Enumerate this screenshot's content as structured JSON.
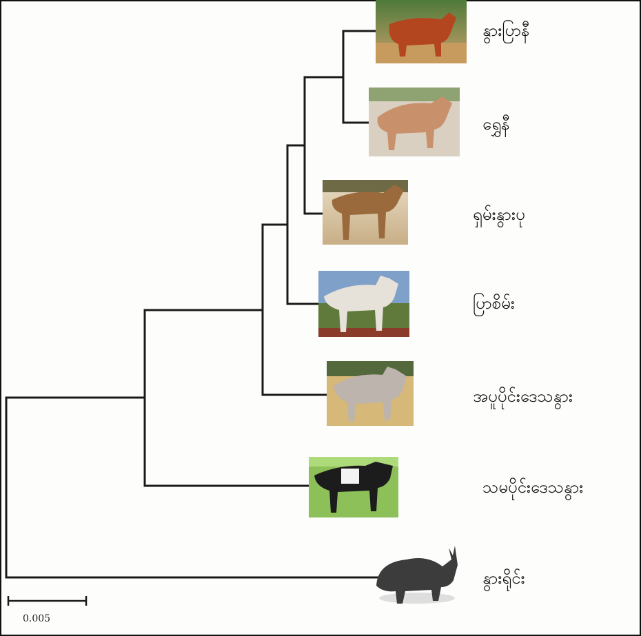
{
  "tree": {
    "taxa": [
      {
        "id": "t1",
        "label": "နွားပြာနီ",
        "image_icon": "red-cattle-photo",
        "coat_color": "#b4461f"
      },
      {
        "id": "t2",
        "label": "ရွှေနီ",
        "image_icon": "tan-cattle-photo",
        "coat_color": "#c9916b"
      },
      {
        "id": "t3",
        "label": "ရှမ်းနွားပု",
        "image_icon": "brown-cattle-photo",
        "coat_color": "#9a6a3c"
      },
      {
        "id": "t4",
        "label": "ပြာစိမ်း",
        "image_icon": "white-zebu-photo",
        "coat_color": "#e6e2da"
      },
      {
        "id": "t5",
        "label": "အပူပိုင်းဒေသနွား",
        "image_icon": "grey-brahman-photo",
        "coat_color": "#bdb4ad"
      },
      {
        "id": "t6",
        "label": "သမပိုင်းဒေသနွား",
        "image_icon": "holstein-photo",
        "coat_color": "#1c1c1c"
      },
      {
        "id": "t7",
        "label": "နွားရိုင်း",
        "image_icon": "wild-bison-photo",
        "coat_color": "#3c3c3c"
      }
    ],
    "scale_bar": {
      "label": "0.005"
    }
  }
}
